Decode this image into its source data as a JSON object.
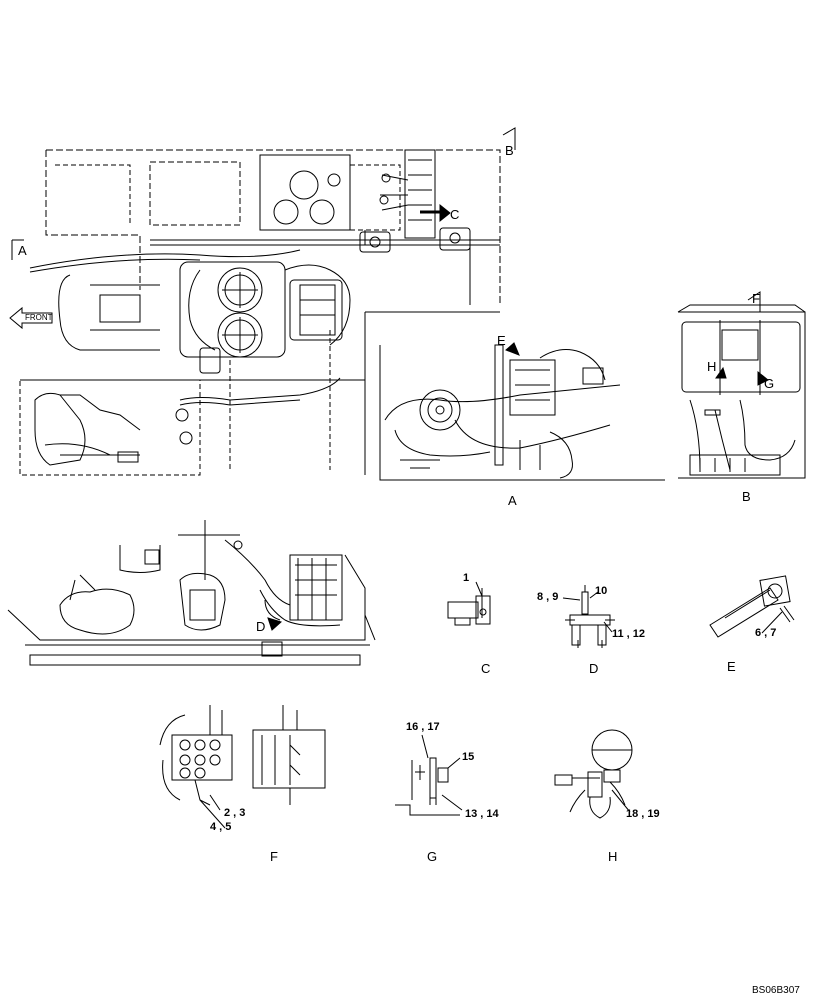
{
  "views": {
    "main_plan": {
      "cut_label_b": "B",
      "cut_label_a": "A",
      "arrow_c": "C",
      "front": "FRONT"
    },
    "A": {
      "caption": "A",
      "arrow_e": "E"
    },
    "B": {
      "caption": "B",
      "arrow_f": "F",
      "arrow_h": "H",
      "arrow_g": "G"
    },
    "side": {
      "arrow_d": "D"
    },
    "C": {
      "caption": "C",
      "callouts": [
        "1"
      ]
    },
    "D": {
      "caption": "D",
      "callouts": [
        "8 , 9",
        "10",
        "11 , 12"
      ]
    },
    "E": {
      "caption": "E",
      "callouts": [
        "6 , 7"
      ]
    },
    "F": {
      "caption": "F",
      "callouts": [
        "2 , 3",
        "4 , 5"
      ]
    },
    "G": {
      "caption": "G",
      "callouts": [
        "16 , 17",
        "15",
        "13 , 14"
      ]
    },
    "H": {
      "caption": "H",
      "callouts": [
        "18 , 19"
      ]
    }
  },
  "drawing_code": "BS06B307"
}
